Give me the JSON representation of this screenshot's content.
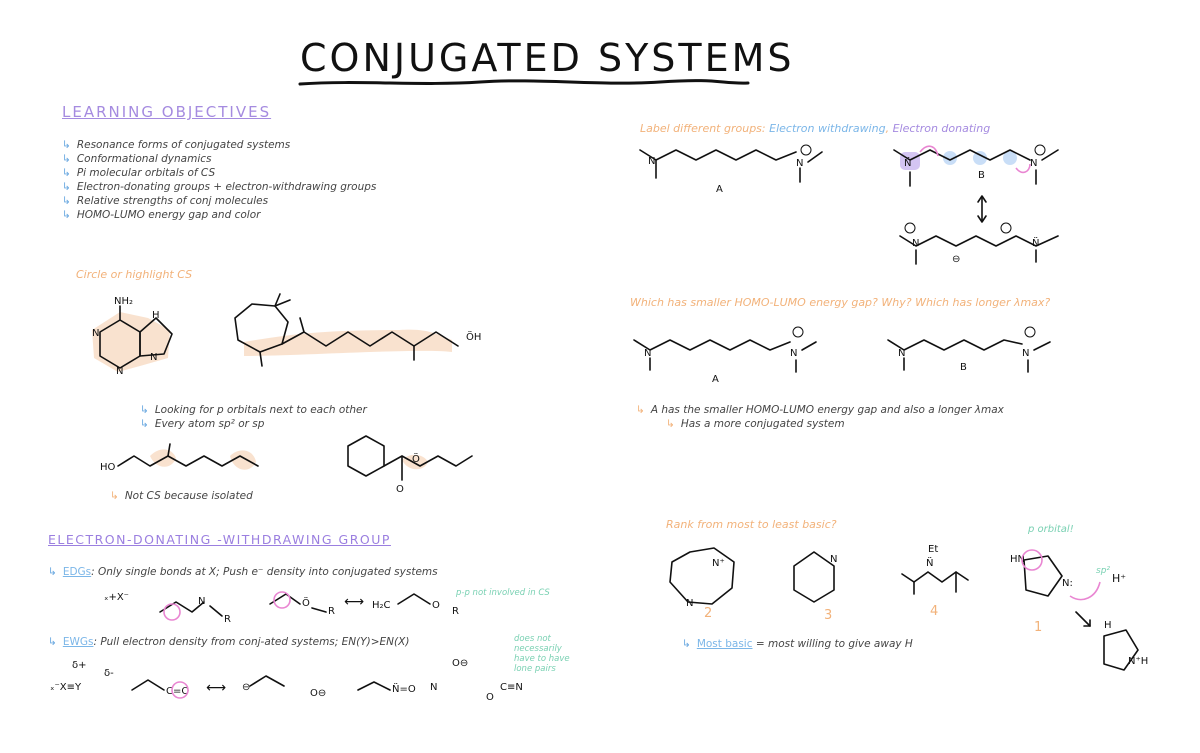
{
  "title": "CONJUGATED SYSTEMS",
  "learning_objectives": {
    "heading": "LEARNING OBJECTIVES",
    "items": [
      "Resonance forms of conjugated systems",
      "Conformational dynamics",
      "Pi molecular orbitals of CS",
      "Electron-donating groups + electron-withdrawing groups",
      "Relative strengths of conj molecules",
      "HOMO-LUMO energy gap and color"
    ]
  },
  "circle_section": {
    "prompt": "Circle or highlight CS",
    "notes": [
      "Looking for p orbitals next to each other",
      "Every atom sp² or sp"
    ],
    "not_cs_note": "Not CS because isolated"
  },
  "edg_section": {
    "heading": "ELECTRON-DONATING -WITHDRAWING GROUP",
    "edg_label": "EDGs",
    "edg_text": ": Only single bonds at X; Push e⁻ density into conjugated systems",
    "edg_side_note": "p-p not involved in CS",
    "ewg_label": "EWGs",
    "ewg_text": ": Pull electron density from conj-ated systems; EN(Y)>EN(X)",
    "ewg_side_note": "does not necessarily have to have lone pairs"
  },
  "label_section": {
    "prompt_start": "Label different groups:",
    "ewd": "Electron withdrawing",
    "comma": ",",
    "edn": "Electron donating",
    "molecule_a": "A",
    "molecule_b": "B"
  },
  "homo_section": {
    "prompt": "Which has smaller HOMO-LUMO energy gap? Why? Which has longer λmax?",
    "molecule_a": "A",
    "molecule_b": "B",
    "answer_1": "A has the smaller HOMO-LUMO energy gap and also a longer λmax",
    "answer_2": "Has a more conjugated system"
  },
  "rank_section": {
    "prompt": "Rank from most to least basic?",
    "ranks": [
      "2",
      "3",
      "4",
      "1"
    ],
    "p_orbital_note": "p orbital!",
    "sp2_note": "sp²",
    "hplus": "H⁺",
    "note_label": "Most basic",
    "note_text": "= most willing to give away H"
  }
}
